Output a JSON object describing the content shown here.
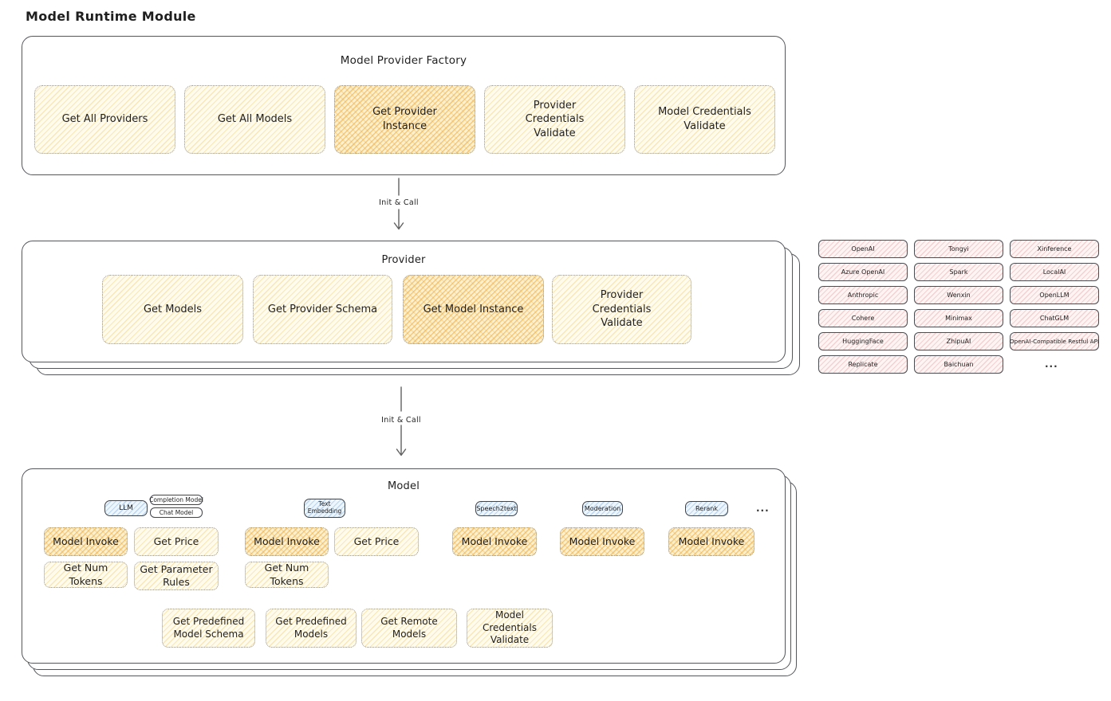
{
  "page_title": "Model Runtime Module",
  "factory": {
    "title": "Model Provider Factory",
    "items": [
      {
        "label": "Get All Providers",
        "highlighted": false
      },
      {
        "label": "Get All Models",
        "highlighted": false
      },
      {
        "label": "Get Provider Instance",
        "highlighted": true
      },
      {
        "label": "Provider Credentials Validate",
        "highlighted": false
      },
      {
        "label": "Model Credentials Validate",
        "highlighted": false
      }
    ]
  },
  "arrow_factory_provider": {
    "label": "Init & Call"
  },
  "provider": {
    "title": "Provider",
    "items": [
      {
        "label": "Get Models",
        "highlighted": false
      },
      {
        "label": "Get Provider Schema",
        "highlighted": false
      },
      {
        "label": "Get Model Instance",
        "highlighted": true
      },
      {
        "label": "Provider Credentials Validate",
        "highlighted": false
      }
    ]
  },
  "providers_grid": {
    "columns": [
      [
        "OpenAI",
        "Azure OpenAI",
        "Anthropic",
        "Cohere",
        "HuggingFace",
        "Replicate"
      ],
      [
        "Tongyi",
        "Spark",
        "Wenxin",
        "Minimax",
        "ZhipuAI",
        "Baichuan"
      ],
      [
        "Xinference",
        "LocalAI",
        "OpenLLM",
        "ChatGLM",
        "OpenAI-Compatible Restful API",
        "..."
      ]
    ]
  },
  "arrow_provider_model": {
    "label": "Init & Call"
  },
  "model": {
    "title": "Model",
    "type_tabs": [
      {
        "label": "LLM",
        "style": "blue"
      },
      {
        "label": "Completion Model",
        "style": "white"
      },
      {
        "label": "Chat Model",
        "style": "white"
      },
      {
        "label": "Text Embedding",
        "style": "blue"
      },
      {
        "label": "Speech2text",
        "style": "blue"
      },
      {
        "label": "Moderation",
        "style": "blue"
      },
      {
        "label": "Rerank",
        "style": "blue"
      },
      {
        "label": "...",
        "style": "none"
      }
    ],
    "functions": {
      "llm": [
        {
          "label": "Model Invoke",
          "highlighted": true
        },
        {
          "label": "Get Price",
          "highlighted": false
        },
        {
          "label": "Get Num Tokens",
          "highlighted": false
        },
        {
          "label": "Get Parameter Rules",
          "highlighted": false
        }
      ],
      "text_embedding": [
        {
          "label": "Model Invoke",
          "highlighted": true
        },
        {
          "label": "Get Price",
          "highlighted": false
        },
        {
          "label": "Get Num Tokens",
          "highlighted": false
        }
      ],
      "speech2text": [
        {
          "label": "Model Invoke",
          "highlighted": true
        }
      ],
      "moderation": [
        {
          "label": "Model Invoke",
          "highlighted": true
        }
      ],
      "rerank": [
        {
          "label": "Model Invoke",
          "highlighted": true
        }
      ]
    },
    "shared_functions": [
      "Get Predefined Model Schema",
      "Get Predefined Models",
      "Get Remote Models",
      "Model Credentials Validate"
    ]
  },
  "colors": {
    "yellow_fill": "#fffcee",
    "yellow_hatch": "#f2cd70",
    "orange_fill": "#fcf0cf",
    "orange_hatch": "#eeaa3c",
    "pink_fill": "#fdf4f4",
    "pink_hatch": "#e48c8c",
    "blue_fill": "#eef6fd",
    "blue_hatch": "#6ea5d7",
    "outline": "#54565b",
    "dotted_border": "#9a958c"
  }
}
